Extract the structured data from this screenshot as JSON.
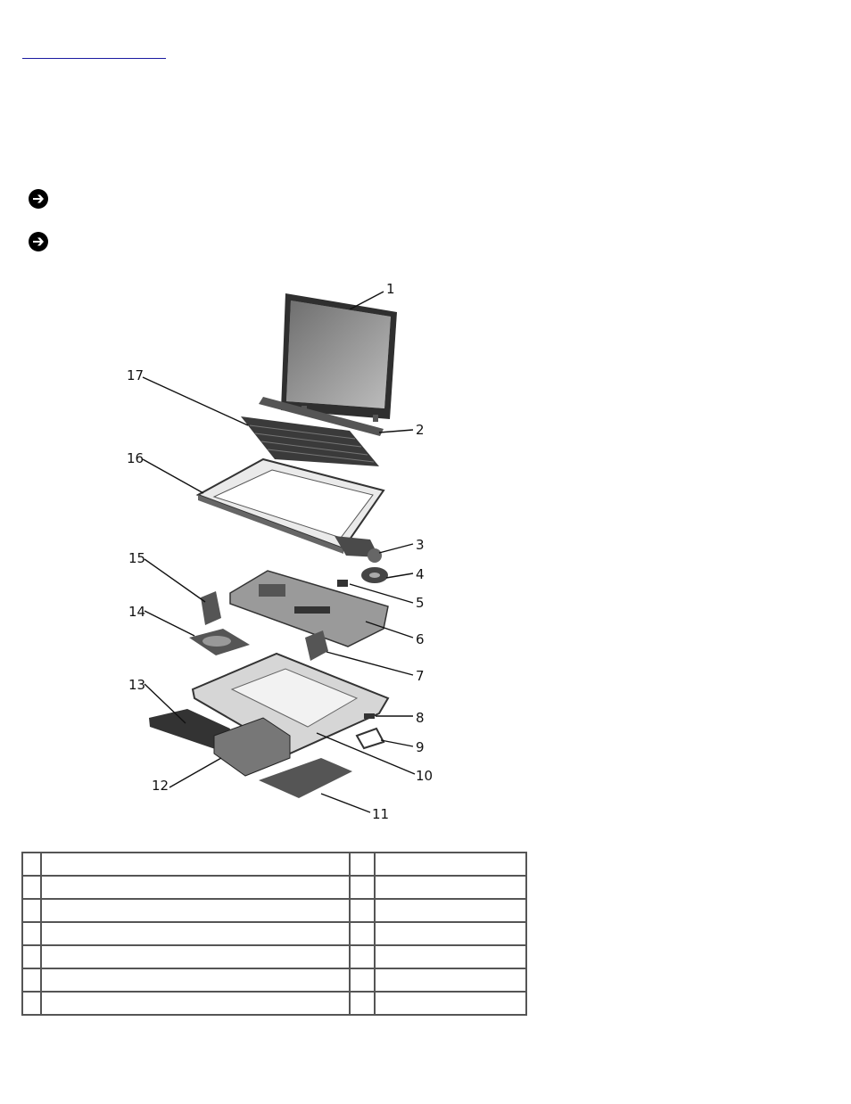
{
  "diagram": {
    "callouts": [
      "1",
      "2",
      "3",
      "4",
      "5",
      "6",
      "7",
      "8",
      "9",
      "10",
      "11",
      "12",
      "13",
      "14",
      "15",
      "16",
      "17"
    ]
  },
  "parts_table": {
    "rows": [
      [
        "",
        "",
        "",
        ""
      ],
      [
        "",
        "",
        "",
        ""
      ],
      [
        "",
        "",
        "",
        ""
      ],
      [
        "",
        "",
        "",
        ""
      ],
      [
        "",
        "",
        "",
        ""
      ],
      [
        "",
        "",
        "",
        ""
      ],
      [
        "",
        "",
        "",
        ""
      ]
    ]
  },
  "colors": {
    "link": "#1a1aa0",
    "notice_icon": "#000000"
  }
}
